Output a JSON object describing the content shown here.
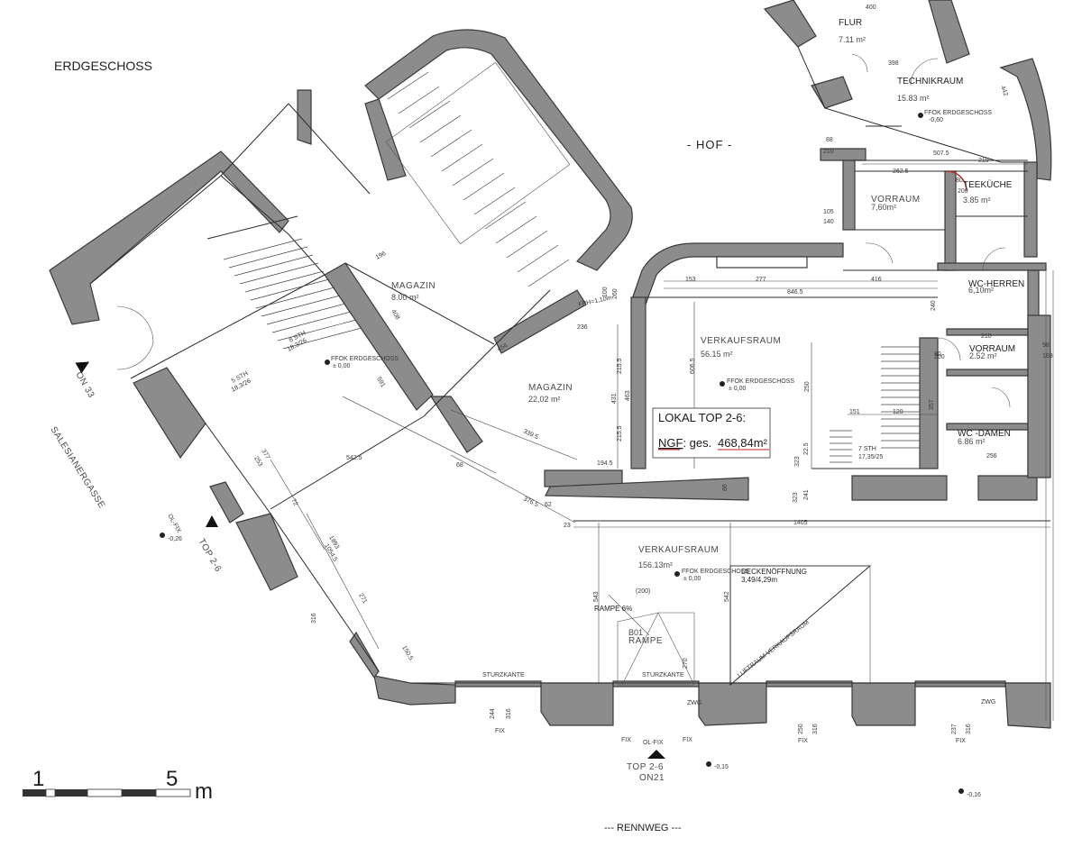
{
  "plan": {
    "floor_title": "ERDGESCHOSS",
    "courtyard": "- HOF -",
    "street_bottom": "--- RENNWEG ---",
    "street_left": "SALESIANERGASSE",
    "entrance_main": {
      "line1": "TOP 2-6",
      "line2": "ON21"
    },
    "entrance_side": "ON 33",
    "entrance_side_top": "TOP 2-6",
    "summary": {
      "title": "LOKAL TOP 2-6:",
      "ngf_label": "NGF",
      "ges_label": ": ges.",
      "ngf_value": "468,84m²"
    },
    "rooms": [
      {
        "name": "FLUR",
        "area": "7.11 m²"
      },
      {
        "name": "TECHNIKRAUM",
        "area": "15.83 m²"
      },
      {
        "name": "TEEKÜCHE",
        "area": "3.85 m²"
      },
      {
        "name": "VORRAUM",
        "area": "7,60m²"
      },
      {
        "name": "WC-HERREN",
        "area": "6,10m²"
      },
      {
        "name": "VORRAUM",
        "area": "2.52 m²"
      },
      {
        "name": "WC -DAMEN",
        "area": "6.86 m²"
      },
      {
        "name": "MAGAZIN",
        "area": "8.00 m²"
      },
      {
        "name": "MAGAZIN",
        "area": "22,02 m²"
      },
      {
        "name": "VERKAUFSRAUM",
        "area": "56.15 m²"
      },
      {
        "name": "VERKAUFSRAUM",
        "area": "156.13m²"
      }
    ],
    "annotations": {
      "ffok": "FFOK ERDGESCHOSS",
      "ffok_level": "± 0,00",
      "deckenoeffnung": "DECKENÖFFNUNG",
      "deckenoeffnung_dim": "3,49/4,29m",
      "rampe_pct": "RAMPE 6%",
      "rampe": "RAMPE",
      "rampe_code": "B01",
      "rampe_dim": "(200)",
      "sturzkante": "STURZKANTE",
      "luftraum": "LUFTRAUM VERKAUFSRAUM",
      "fph": "FPH=1,10m",
      "stairs_7": "7 STH",
      "stairs_7_dim": "17,35/25",
      "stairs_8": "8 STH",
      "stairs_8_dim": "18,3/26",
      "stairs_5": "5 STH",
      "stairs_5_dim": "18,3/26",
      "zwg": "ZWG",
      "fix": "FIX",
      "ol_fix": "OL-FIX",
      "level_015": "-0,15",
      "level_016": "-0,16",
      "level_026": "-0,26",
      "level_060": "-0,60"
    },
    "dimensions": {
      "d1405": "1405",
      "d846": "846.5",
      "d507": "507.5",
      "d5425": "542.5",
      "d3395": "339.5",
      "d3765": "376.5",
      "d6065": "606.5",
      "d543": "543",
      "d542": "542",
      "d250": "250",
      "d277": "277",
      "d416": "416",
      "d153": "153",
      "d219": "219",
      "d2625": "262.5",
      "d151": "151",
      "d120": "120",
      "d463": "463",
      "d431": "431",
      "d2155": "215.5",
      "d454": "454",
      "d236": "236",
      "d377": "377",
      "d591": "591",
      "d196": "196",
      "d408": "408",
      "d1945": "194.5",
      "d323": "323",
      "d241": "241",
      "d225": "22.5",
      "d270": "270",
      "d244": "244",
      "d316": "316",
      "d237": "237",
      "d271": "271",
      "d1505": "150.5",
      "d1893": "1893",
      "d1054": "1054.5",
      "d398": "398",
      "d442": "442",
      "d400": "400",
      "d2155b": "215.5",
      "d256": "256",
      "d210": "210",
      "d88": "88",
      "d105": "105",
      "d140": "140",
      "d98": "98",
      "d168": "168",
      "d80": "80",
      "d200": "200",
      "d260": "260",
      "d100": "100",
      "d62": "62",
      "d86": "86",
      "d23": "23",
      "d68": "68",
      "d72": "72",
      "d253": "253",
      "d240": "240",
      "d357": "357"
    },
    "scale": {
      "start": "1",
      "end": "5",
      "unit": "m"
    }
  }
}
